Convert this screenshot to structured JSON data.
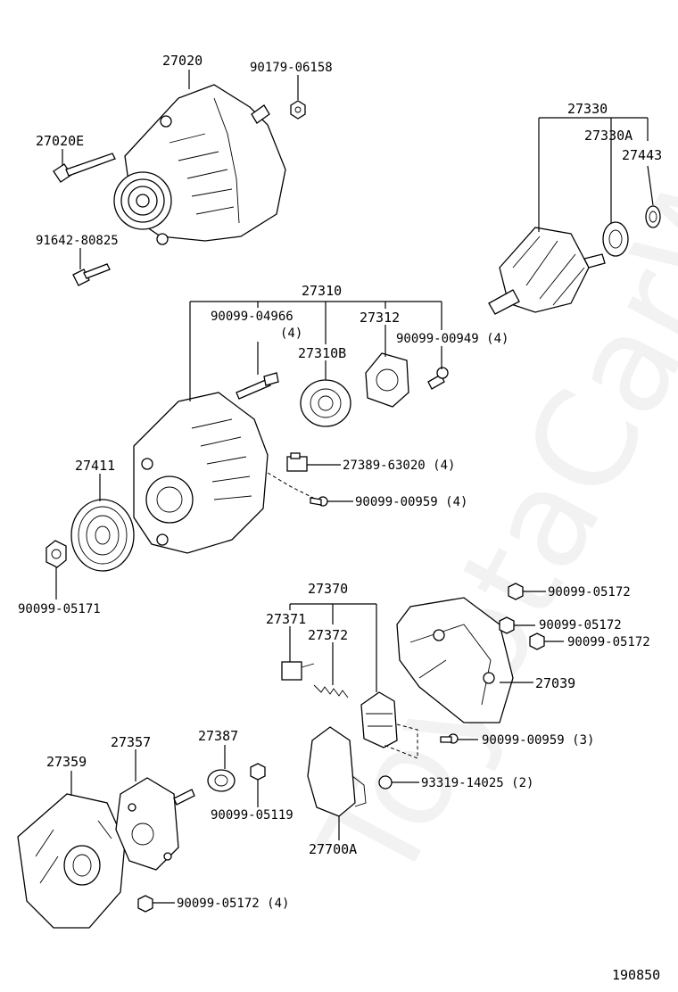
{
  "labels": {
    "p27020": "27020",
    "p90179": "90179-06158",
    "p27020E": "27020E",
    "p91642": "91642-80825",
    "p27330": "27330",
    "p27330A": "27330A",
    "p27443": "27443",
    "p27310": "27310",
    "p90099_04966": "90099-04966",
    "p90099_04966_q": "(4)",
    "p27312": "27312",
    "p27310B": "27310B",
    "p90099_00949": "90099-00949 (4)",
    "p27411": "27411",
    "p27389": "27389-63020 (4)",
    "p90099_00959a": "90099-00959 (4)",
    "p90099_05171": "90099-05171",
    "p27370": "27370",
    "p27371": "27371",
    "p27372": "27372",
    "p90099_05172a": "90099-05172",
    "p90099_05172b": "90099-05172",
    "p90099_05172c": "90099-05172",
    "p27039": "27039",
    "p90099_00959b": "90099-00959 (3)",
    "p27357": "27357",
    "p27387": "27387",
    "p27359": "27359",
    "p93319": "93319-14025 (2)",
    "p90099_05119": "90099-05119",
    "p27700A": "27700A",
    "p90099_05172d": "90099-05172 (4)",
    "diagram_id": "190850"
  },
  "watermark": "ToyotaCarWire.ru"
}
